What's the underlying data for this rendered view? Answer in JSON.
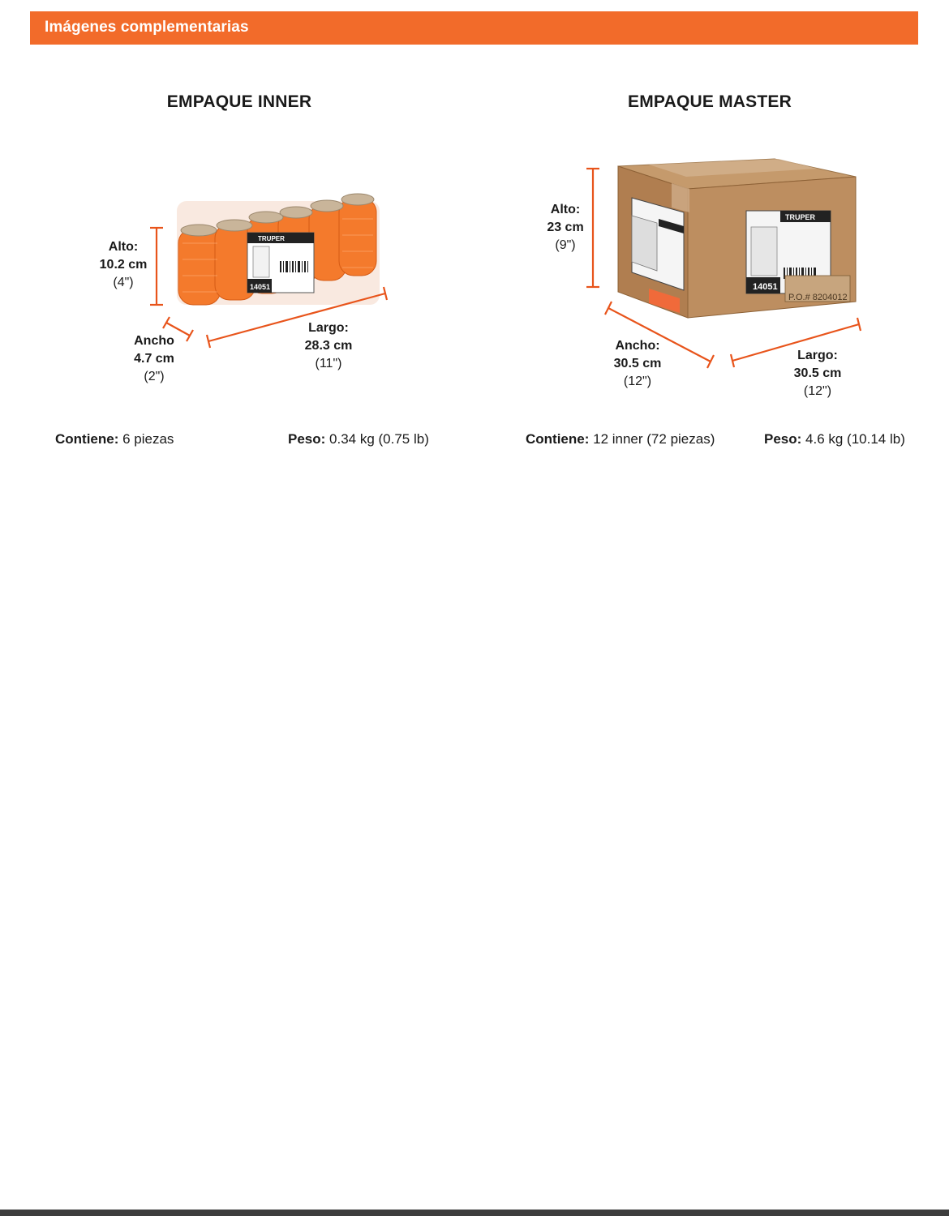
{
  "header": {
    "title": "Imágenes complementarias"
  },
  "inner": {
    "title": "EMPAQUE INNER",
    "alto": {
      "label": "Alto:",
      "metric": "10.2 cm",
      "imperial": "(4\")"
    },
    "ancho": {
      "label": "Ancho",
      "metric": "4.7 cm",
      "imperial": "(2\")"
    },
    "largo": {
      "label": "Largo:",
      "metric": "28.3 cm",
      "imperial": "(11\")"
    },
    "contiene": {
      "label": "Contiene:",
      "value": " 6 piezas"
    },
    "peso": {
      "label": "Peso:",
      "value": " 0.34 kg (0.75 lb)"
    },
    "product": {
      "brand": "TRUPER",
      "code": "14051"
    }
  },
  "master": {
    "title": "EMPAQUE MASTER",
    "alto": {
      "label": "Alto:",
      "metric": "23 cm",
      "imperial": "(9\")"
    },
    "ancho": {
      "label": "Ancho:",
      "metric": "30.5 cm",
      "imperial": "(12\")"
    },
    "largo": {
      "label": "Largo:",
      "metric": "30.5 cm",
      "imperial": "(12\")"
    },
    "contiene": {
      "label": "Contiene:",
      "value": " 12 inner (72 piezas)"
    },
    "peso": {
      "label": "Peso:",
      "value": " 4.6 kg (10.14 lb)"
    },
    "product": {
      "brand": "TRUPER",
      "code": "14051",
      "po": "P.O.# 8204012"
    }
  },
  "colors": {
    "accent": "#f26b2a",
    "dim_line": "#e8541b",
    "box": "#b5875a",
    "footer": "#3d3d3d"
  }
}
